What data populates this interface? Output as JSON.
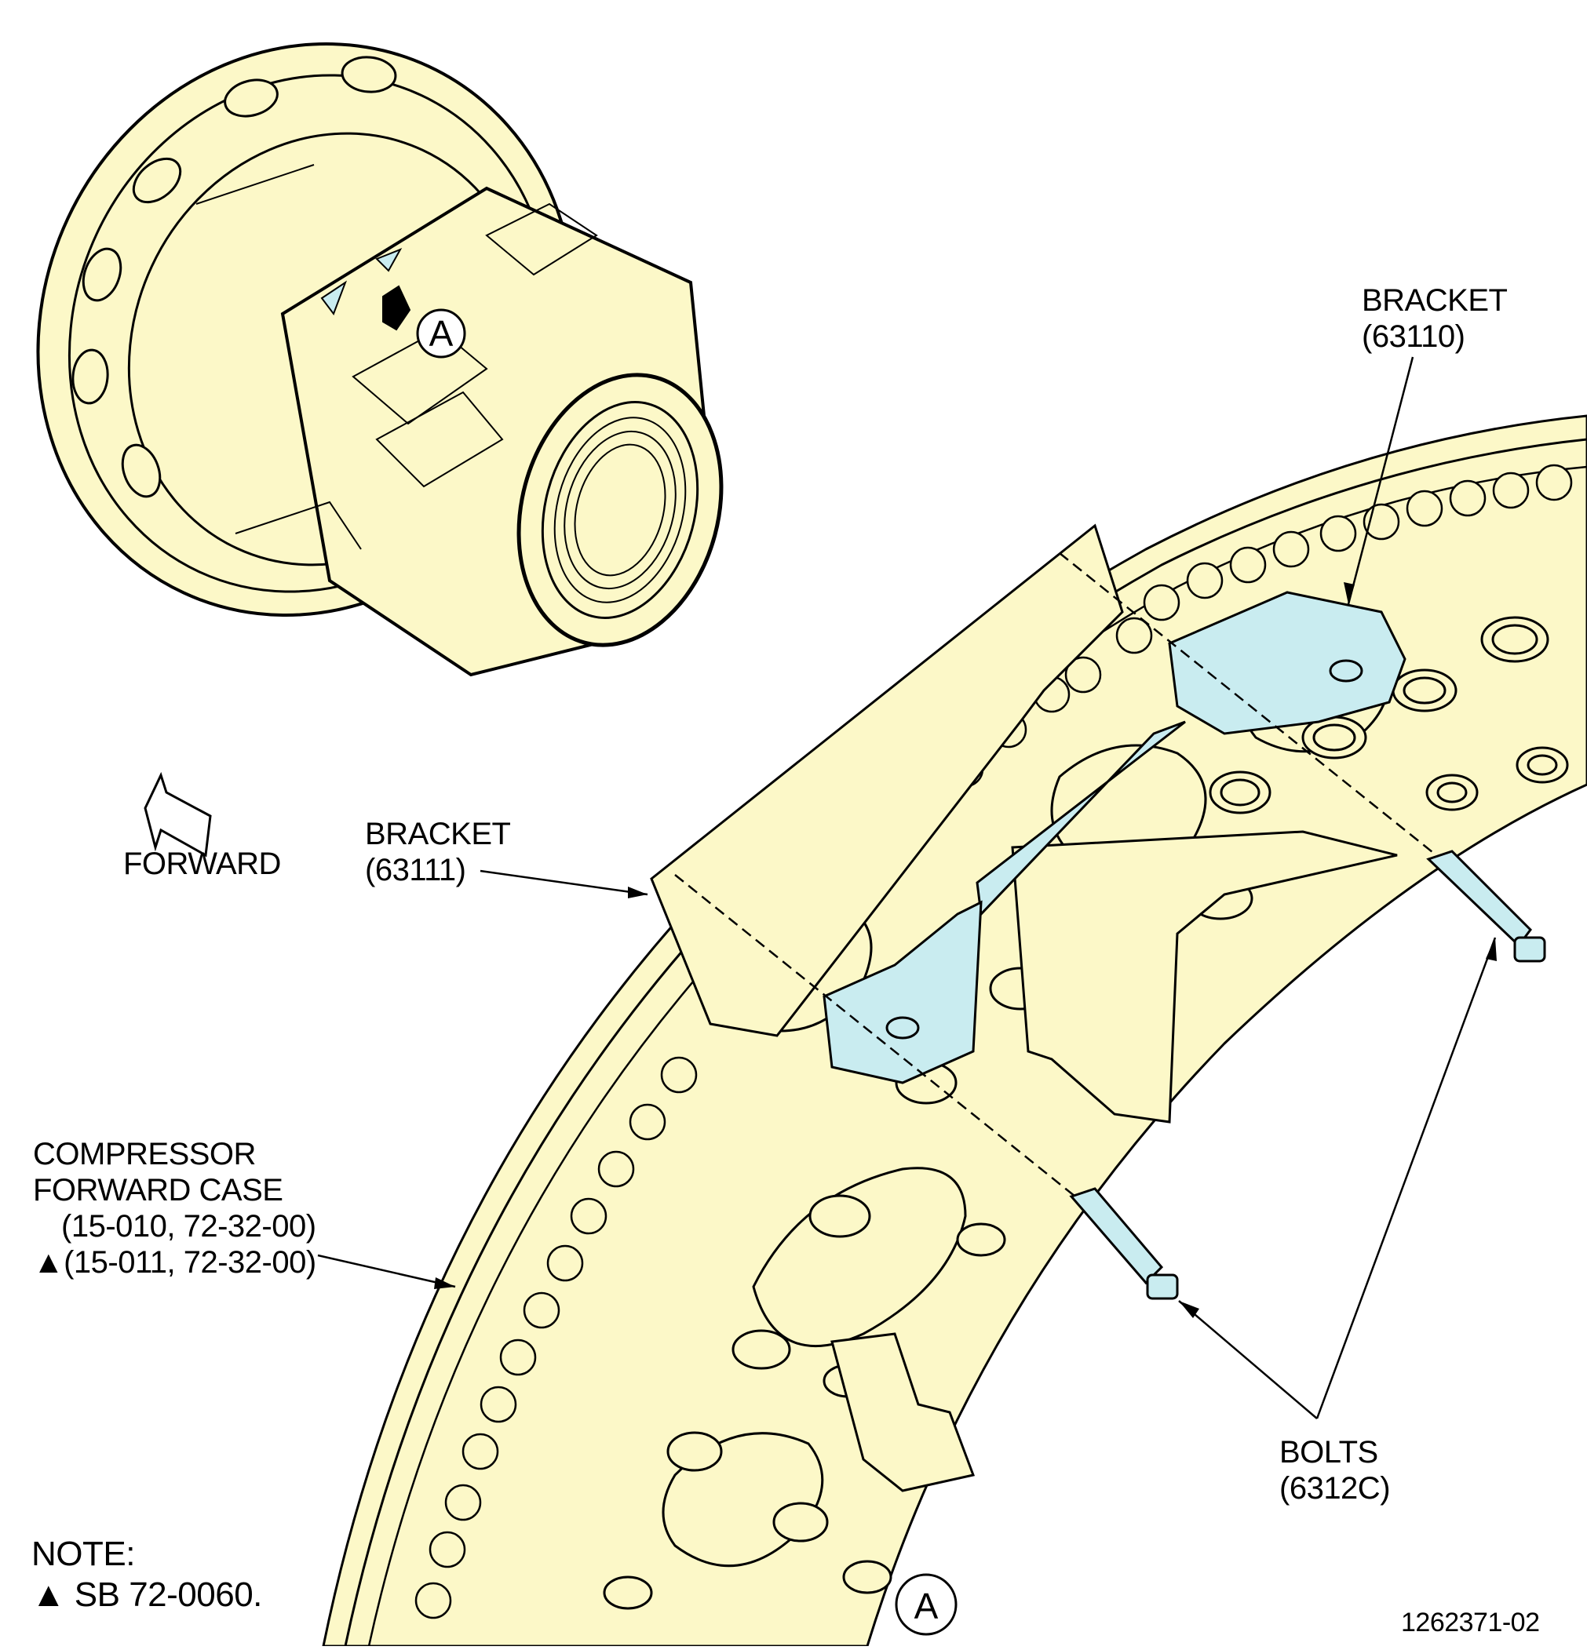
{
  "colors": {
    "case_fill": "#fcf8c8",
    "bracket_fill": "#c9ecf0",
    "line": "#000000",
    "background": "#ffffff"
  },
  "labels": {
    "bracket_63110": [
      "BRACKET",
      "(63110)"
    ],
    "bracket_63111": [
      "BRACKET",
      "(63111)"
    ],
    "compressor_case": [
      "COMPRESSOR",
      "FORWARD CASE",
      "(15-010, 72-32-00)",
      "▲(15-011, 72-32-00)"
    ],
    "bolts": [
      "BOLTS",
      "(6312C)"
    ],
    "forward": "FORWARD",
    "note": [
      "NOTE:",
      "▲ SB 72-0060."
    ],
    "view_callout": "A",
    "detail_callout": "A",
    "figure_id": "1262371-02"
  },
  "icons": {
    "forward_arrow": "hollow-arrow-icon",
    "view_pointer": "view-direction-arrow-icon"
  }
}
